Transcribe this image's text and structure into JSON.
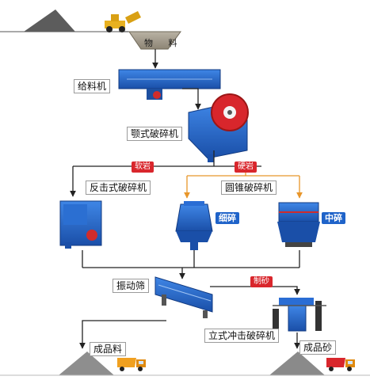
{
  "hopper": {
    "label": "物 料"
  },
  "machines": {
    "feeder": "给料机",
    "jaw_crusher": "颚式破碎机",
    "impact_crusher": "反击式破碎机",
    "cone_crusher": "圆锥破碎机",
    "vibrating_screen": "振动筛",
    "vsi_crusher": "立式冲击破碎机"
  },
  "tags": {
    "soft_rock": "软岩",
    "hard_rock": "硬岩",
    "sand_making": "制砂",
    "fine_crush": "细碎",
    "medium_crush": "中碎"
  },
  "products": {
    "finished_aggregate": "成品料",
    "finished_sand": "成品砂"
  },
  "colors": {
    "machine_blue": "#1f63c9",
    "arrow_orange": "#e8962a",
    "tag_red": "#d9262c",
    "line": "#333333",
    "truck_orange": "#f0a020"
  }
}
